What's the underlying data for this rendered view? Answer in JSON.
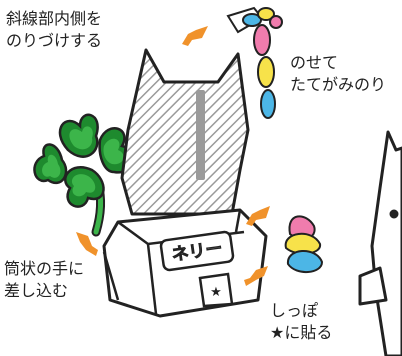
{
  "labels": {
    "glue_inner_line1": "斜線部内側を",
    "glue_inner_line2": "のりづけする",
    "mane_line1": "のせて",
    "mane_line2": "たてがみのり",
    "insert_line1": "筒状の手に",
    "insert_line2": "差し込む",
    "tail_line1": "しっぽ",
    "tail_line2": "★に貼る",
    "nametag_text": "ネリー"
  },
  "colors": {
    "arrow": "#f0922b",
    "clover_dark": "#1e8a2e",
    "clover_light": "#3cb54a",
    "mane_pink": "#f07cad",
    "mane_yellow": "#f7e24a",
    "mane_blue": "#4cb6e6",
    "hatch": "#9a9a9a",
    "outline": "#222222"
  },
  "icons": {
    "arrow": "arrow-icon",
    "clover": "clover-icon",
    "star": "star-icon",
    "tail": "tail-icon",
    "mane": "mane-icon"
  }
}
